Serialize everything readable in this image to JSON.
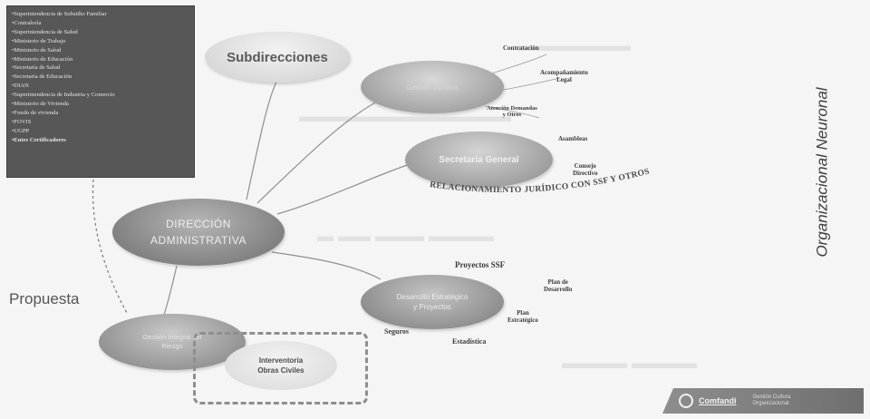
{
  "side_list": {
    "items": [
      "•Superintendencia de Subsidio Familiar",
      "•Contraloría",
      "•Superintendencia de Salud",
      "•Ministerio de Trabajo",
      "•Ministerio de Salud",
      "•Ministerio de Educación",
      "•Secretaría de Salud",
      "•Secretaría de Educación",
      "•DIAN",
      "•Superintendencia de Industria y Comercio",
      "•Ministerio de Vivienda",
      "•Fondo de vivienda",
      "•FOVIS",
      "•UGPP",
      "•Entes Certificadores"
    ]
  },
  "nodes": {
    "subdirecciones": "Subdirecciones",
    "gestion_juridica": "Gestión Jurídica",
    "secretaria_general": "Secretaría General",
    "direccion_administrativa": "DIRECCIÓN\nADMINISTRATIVA",
    "desarrollo_estrategico": "Desarrollo Estratégico\ny Proyectos",
    "gestion_integral": "Gestión Integral del\nRiesgo",
    "interventoria": "Interventoría\nObras Civiles"
  },
  "labels": {
    "contratacion": "Contratación",
    "acompanamiento": "Acompañamiento\nLegal",
    "atencion": "Atención Demandas\ny Otros",
    "asambleas": "Asambleas",
    "consejo": "Consejo\nDirectivo",
    "proyectos_ssf": "Proyectos SSF",
    "plan_desarrollo": "Plan de\nDesarrollo",
    "plan_estrategico": "Plan\nEstratégico",
    "seguros": "Seguros",
    "estadistica": "Estadística"
  },
  "arc_text": "RELACIONAMIENTO JURÍDICO CON SSF Y OTROS",
  "propuesta": "Propuesta",
  "vertical_title": "Organizacional Neuronal",
  "logo": {
    "name": "Comfandi",
    "tagline": "Gestión Cultura\nOrganizacional"
  },
  "colors": {
    "side_box": "#575757",
    "dashed_border": "#8e8e8e"
  }
}
